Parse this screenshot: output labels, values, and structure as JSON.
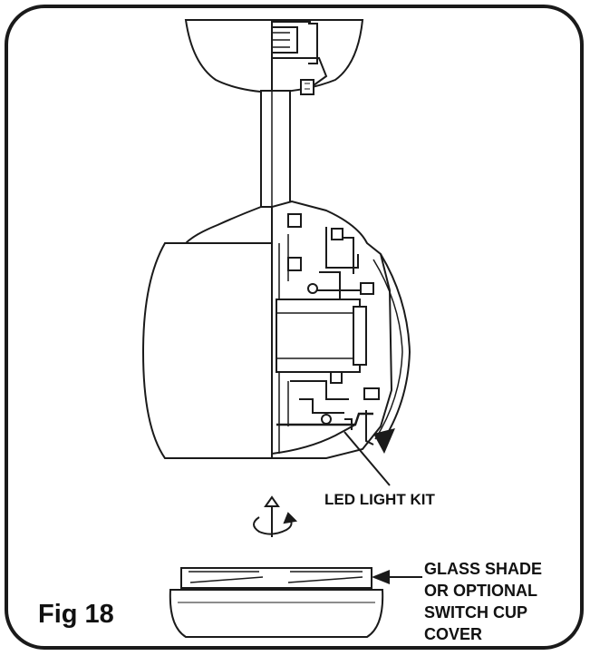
{
  "figure": {
    "label": "Fig 18"
  },
  "callouts": {
    "led_light_kit": "LED LIGHT KIT",
    "glass_shade": [
      "GLASS SHADE",
      "OR OPTIONAL",
      "SWITCH CUP",
      "COVER"
    ]
  },
  "icons": {
    "rotation": "rotate-arrow-icon",
    "pointer": "arrow-icon"
  },
  "colors": {
    "line": "#1a1a1a",
    "fill": "#ffffff"
  }
}
